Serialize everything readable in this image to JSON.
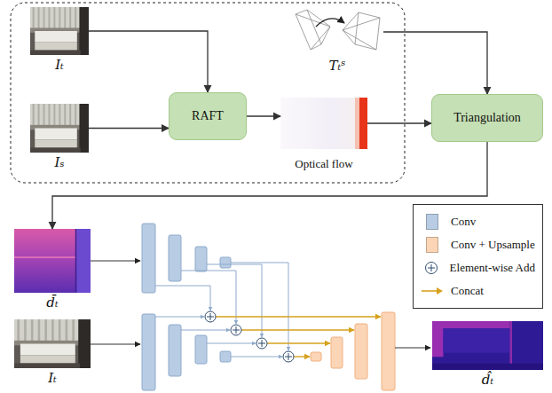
{
  "diagram": {
    "nodes": [
      {
        "text": [
          "Iₜ"
        ]
      },
      {
        "text": [
          "Iₛ"
        ]
      },
      {
        "text": [
          "RAFT"
        ]
      },
      {
        "text": [
          "Optical flow"
        ]
      },
      {
        "text": [
          "Tₜˢ"
        ]
      },
      {
        "text": [
          "Triangulation"
        ]
      },
      {
        "text": [
          "d̄ₜ"
        ]
      },
      {
        "text": [
          "Iₜ"
        ]
      },
      {
        "text": [
          "d̂ₜ"
        ]
      }
    ],
    "edges": [
      {
        "from": 0,
        "to": 2,
        "arrow": "to"
      },
      {
        "from": 1,
        "to": 2,
        "arrow": "to"
      },
      {
        "from": 2,
        "to": 3,
        "arrow": "to"
      },
      {
        "from": 3,
        "to": 5,
        "arrow": "to"
      },
      {
        "from": 4,
        "to": 5,
        "arrow": "to"
      },
      {
        "from": 5,
        "to": 6,
        "arrow": "to"
      }
    ],
    "legend": [
      {
        "text": "Conv",
        "color": "#b8cce4"
      },
      {
        "text": "Conv + Upsample",
        "color": "#fbd5b5"
      },
      {
        "text": "Element-wise Add"
      },
      {
        "text": "Concat"
      }
    ]
  }
}
